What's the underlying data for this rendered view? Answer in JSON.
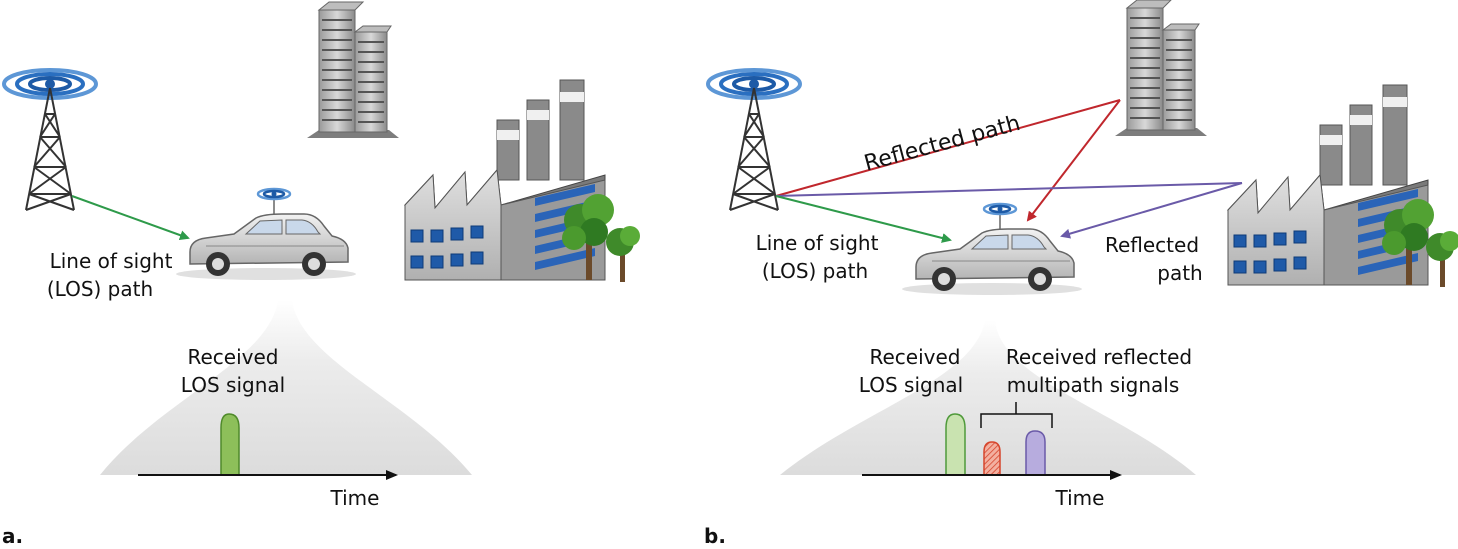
{
  "panel_a": {
    "letter": "a.",
    "los_path_label_1": "Line of sight",
    "los_path_label_2": "(LOS) path",
    "received_label_1": "Received",
    "received_label_2": "LOS signal",
    "axis_label": "Time"
  },
  "panel_b": {
    "letter": "b.",
    "reflected_path_top": "Reflected path",
    "los_path_label_1": "Line of sight",
    "los_path_label_2": "(LOS) path",
    "reflected_path_right_1": "Reflected",
    "reflected_path_right_2": "path",
    "received_los_1": "Received",
    "received_los_2": "LOS signal",
    "received_multi_1": "Received reflected",
    "received_multi_2": "multipath signals",
    "axis_label": "Time"
  },
  "colors": {
    "los": "#2e9a4a",
    "reflected_building": "#c0272d",
    "reflected_factory": "#6a5aa8",
    "pulse_green": "#8dbf5a",
    "pulse_red": "#e06a55",
    "pulse_purple": "#9b8fd0",
    "signal_blue": "#2a6fc0"
  },
  "icons": [
    "radio-tower-icon",
    "car-icon",
    "building-icon",
    "factory-icon",
    "tree-icon"
  ]
}
